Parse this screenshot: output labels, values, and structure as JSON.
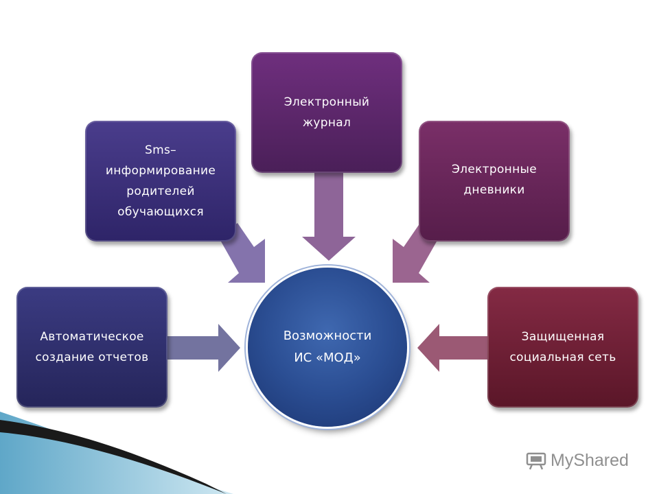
{
  "diagram": {
    "center": {
      "label": "Возможности\nИС «МОД»"
    },
    "nodes": [
      {
        "id": "sms",
        "label": "Sms–\nинформирование\nродителей\nобучающихся"
      },
      {
        "id": "journal",
        "label": "Электронный\nжурнал"
      },
      {
        "id": "diaries",
        "label": "Электронные\nдневники"
      },
      {
        "id": "reports",
        "label": "Автоматическое\nсоздание отчетов"
      },
      {
        "id": "social",
        "label": "Защищенная\nсоциальная сеть"
      }
    ],
    "colors": {
      "center": "#2b4e93",
      "sms": "#3b2f7a",
      "journal": "#5a2466",
      "diaries": "#6a2458",
      "reports": "#2f2f6b",
      "social": "#6e1f36"
    }
  },
  "watermark": {
    "text": "MyShared"
  }
}
